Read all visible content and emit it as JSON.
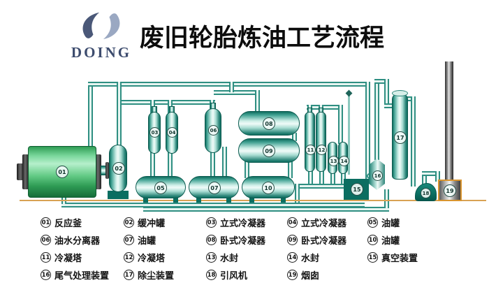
{
  "header": {
    "logo_text": "DOING",
    "title": "废旧轮胎炼油工艺流程"
  },
  "colors": {
    "pipe_teal": "#2f8f82",
    "vessel_teal_dark": "#0f6d5f",
    "vessel_teal_light": "#f0fbf8",
    "solid_teal": "#0b6e61",
    "reactor_green": "#2e9c54",
    "ground_tan": "#d8a254",
    "chimney_gray": "#8f8f8f",
    "chimney_base_border": "#d9952f",
    "logo_dark_leaf": "#4a5878",
    "logo_light_leaf": "#9aa8c2",
    "title_color": "#0c0c0c"
  },
  "equipment": [
    {
      "num": "01",
      "name": "反应釜"
    },
    {
      "num": "02",
      "name": "缓冲罐"
    },
    {
      "num": "03",
      "name": "立式冷凝器"
    },
    {
      "num": "04",
      "name": "立式冷凝器"
    },
    {
      "num": "05",
      "name": "油罐"
    },
    {
      "num": "06",
      "name": "油水分离器"
    },
    {
      "num": "07",
      "name": "油罐"
    },
    {
      "num": "08",
      "name": "卧式冷凝器"
    },
    {
      "num": "09",
      "name": "卧式冷凝器"
    },
    {
      "num": "10",
      "name": "油罐"
    },
    {
      "num": "11",
      "name": "冷凝塔"
    },
    {
      "num": "12",
      "name": "冷凝塔"
    },
    {
      "num": "13",
      "name": "水封"
    },
    {
      "num": "14",
      "name": "水封"
    },
    {
      "num": "15",
      "name": "真空装置"
    },
    {
      "num": "16",
      "name": "尾气处理装置"
    },
    {
      "num": "17",
      "name": "除尘装置"
    },
    {
      "num": "18",
      "name": "引风机"
    },
    {
      "num": "19",
      "name": "烟囱"
    }
  ]
}
